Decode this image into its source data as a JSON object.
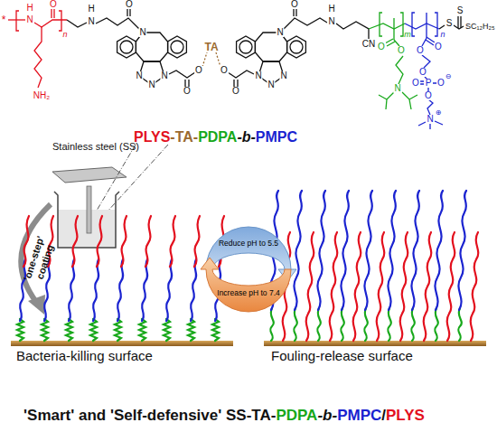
{
  "diagram": {
    "nodes": [
      {
        "text": [
          "Reduce pH to 5.5"
        ]
      },
      {
        "text": [
          "Increase pH to 7.4"
        ]
      }
    ],
    "labels": [
      "*",
      "H",
      "N",
      "O",
      "n",
      "NH₂",
      "H",
      "N",
      "O",
      "N",
      "N",
      "N",
      "N",
      "O",
      "O",
      "TA",
      "O",
      "O",
      "N",
      "N",
      "N",
      "N",
      "O",
      "H",
      "N",
      "CN",
      "O",
      "O",
      "m",
      "N",
      "O",
      "O",
      "n",
      "O",
      "P",
      "O",
      "O",
      "⊖",
      "O",
      "N",
      "⊕",
      "S",
      "S",
      "SC₁₂H₂₅",
      "PLYS",
      "-TA-",
      "PDPA",
      "-b-",
      "PMPC",
      "Stainless steel (SS)",
      "'one-step' coating",
      "Bacteria-killing surface",
      "Fouling-release surface",
      "'Smart' and 'Self-defensive' SS-TA-",
      "PDPA",
      "-b-",
      "PMPC",
      "/",
      "PLYS"
    ]
  }
}
